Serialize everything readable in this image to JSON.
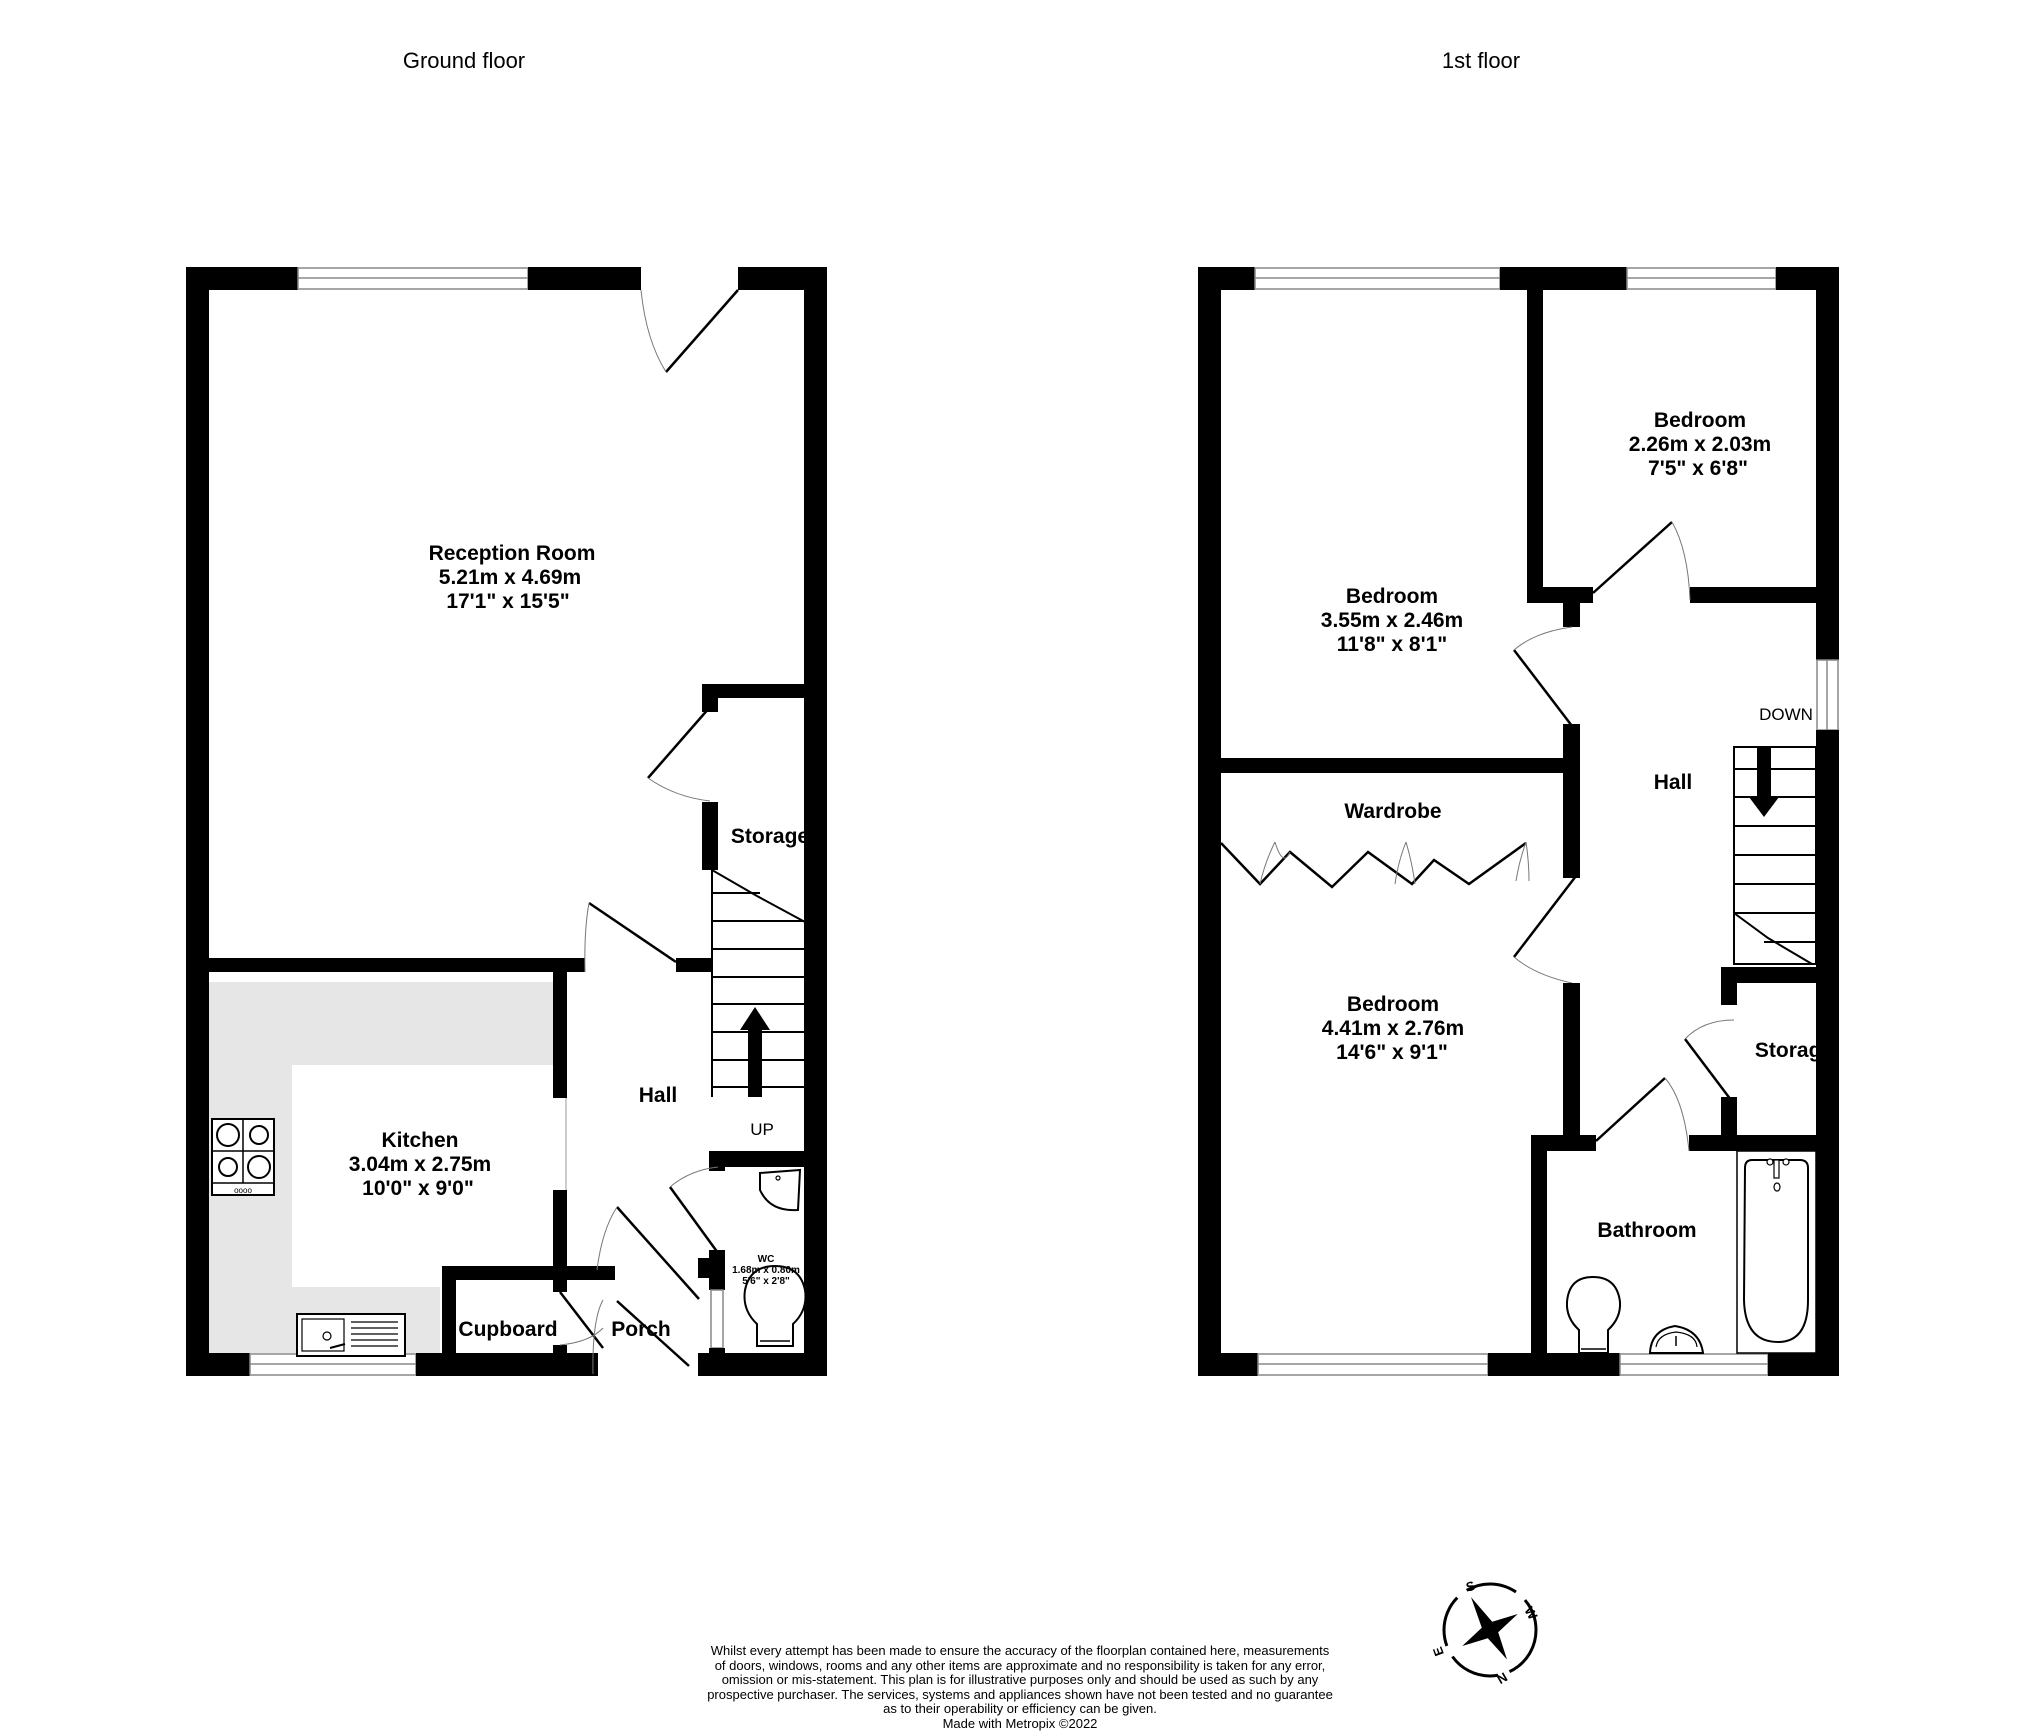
{
  "floors": {
    "ground": {
      "title": "Ground floor",
      "rooms": {
        "reception": {
          "name": "Reception Room",
          "metric": "5.21m  x 4.69m",
          "imperial": "17'1\"  x 15'5\""
        },
        "kitchen": {
          "name": "Kitchen",
          "metric": "3.04m  x 2.75m",
          "imperial": "10'0\"  x 9'0\""
        },
        "hall": {
          "name": "Hall"
        },
        "storage": {
          "name": "Storage"
        },
        "cupboard": {
          "name": "Cupboard"
        },
        "porch": {
          "name": "Porch"
        },
        "wc": {
          "name": "WC",
          "metric": "1.68m  x 0.80m",
          "imperial": "5'6\"  x 2'8\""
        }
      },
      "stairs_label": "UP"
    },
    "first": {
      "title": "1st floor",
      "rooms": {
        "bedroom_small": {
          "name": "Bedroom",
          "metric": "2.26m  x 2.03m",
          "imperial": "7'5\"  x 6'8\""
        },
        "bedroom_mid": {
          "name": "Bedroom",
          "metric": "3.55m  x 2.46m",
          "imperial": "11'8\"  x 8'1\""
        },
        "bedroom_large": {
          "name": "Bedroom",
          "metric": "4.41m  x 2.76m",
          "imperial": "14'6\"  x 9'1\""
        },
        "wardrobe": {
          "name": "Wardrobe"
        },
        "hall": {
          "name": "Hall"
        },
        "storage": {
          "name": "Storage"
        },
        "bathroom": {
          "name": "Bathroom"
        }
      },
      "stairs_label": "DOWN"
    }
  },
  "compass": {
    "labels": [
      "S",
      "W",
      "N",
      "E"
    ],
    "icon": "compass-star-icon"
  },
  "disclaimer": {
    "lines": [
      "Whilst every attempt has been made to ensure the accuracy of the floorplan contained here, measurements",
      "of doors, windows, rooms and any other items are approximate and no responsibility is taken for any error,",
      "omission or mis-statement. This plan is for illustrative purposes only and should be used as such by any",
      "prospective purchaser. The services, systems and appliances shown have not been tested and no guarantee",
      "as to their operability or efficiency can be given."
    ],
    "credit": "Made with Metropix ©2022"
  },
  "colors": {
    "wall": "#000000",
    "kitchen_counter": "#e6e6e6",
    "background": "#ffffff"
  }
}
